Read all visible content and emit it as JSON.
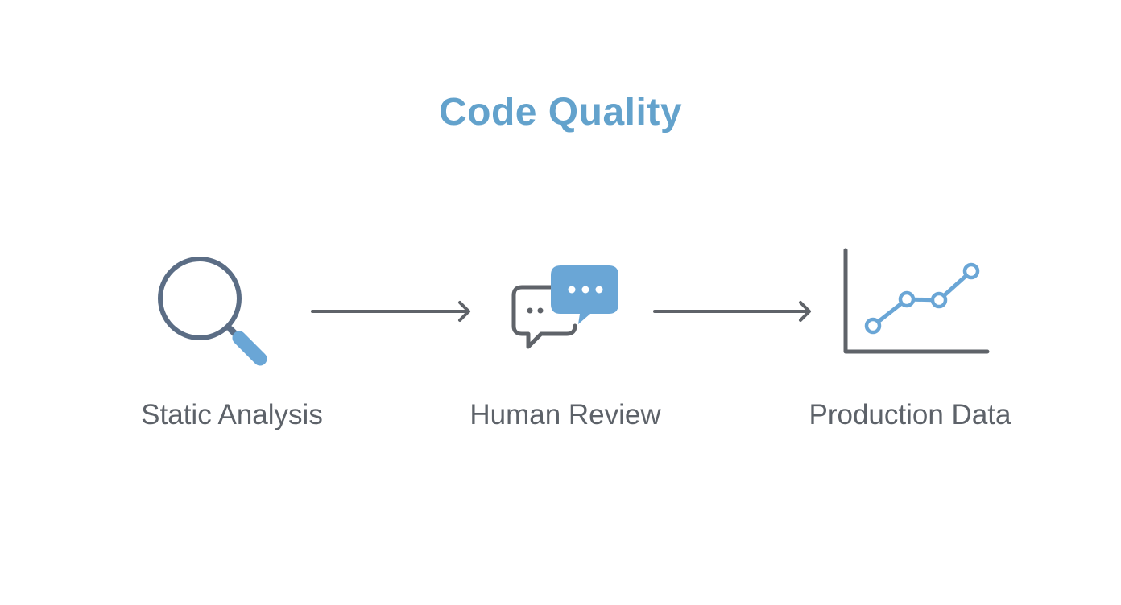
{
  "title": "Code Quality",
  "colors": {
    "title": "#63a2cc",
    "icon_dark": "#5b6d85",
    "icon_accent": "#6aa6d6",
    "line_gray": "#5f6369",
    "label": "#5d6269"
  },
  "steps": [
    {
      "label": "Static Analysis",
      "icon": "magnifying-glass-icon"
    },
    {
      "label": "Human Review",
      "icon": "chat-bubbles-icon"
    },
    {
      "label": "Production Data",
      "icon": "line-chart-icon"
    }
  ],
  "connectors": [
    "arrow-right-icon",
    "arrow-right-icon"
  ]
}
